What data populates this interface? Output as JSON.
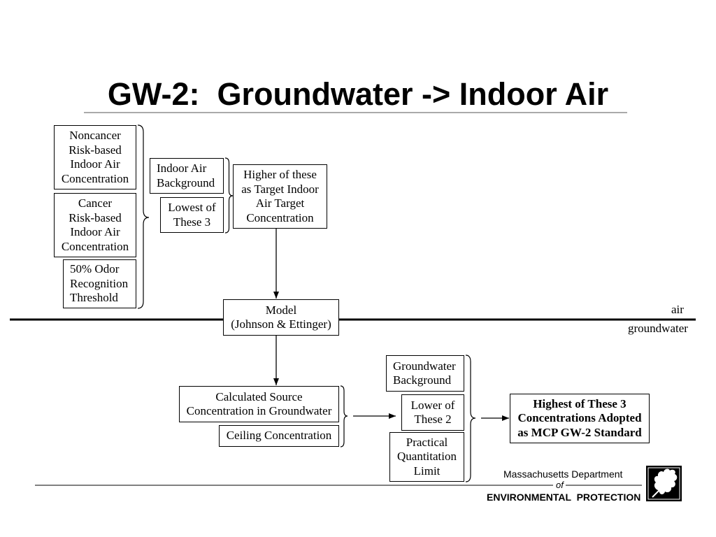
{
  "title": "GW-2:  Groundwater -> Indoor Air",
  "indoor_air": {
    "noncancer_box": [
      "Noncancer",
      "Risk-based",
      "Indoor Air",
      "Concentration"
    ],
    "cancer_box": [
      "Cancer",
      "Risk-based",
      "Indoor Air",
      "Concentration"
    ],
    "odor_box": [
      "50% Odor",
      "Recognition",
      "Threshold"
    ],
    "background_box": [
      "Indoor Air",
      "Background"
    ],
    "lowest_box": [
      "Lowest of",
      "These 3"
    ],
    "target_box": [
      "Higher of these",
      "as Target Indoor",
      "Air Target",
      "Concentration"
    ]
  },
  "model_box": [
    "Model",
    "(Johnson & Ettinger)"
  ],
  "boundary": {
    "upper_label": "air",
    "lower_label": "groundwater"
  },
  "groundwater": {
    "source_box": [
      "Calculated Source",
      "Concentration in Groundwater"
    ],
    "ceiling_box": [
      "Ceiling Concentration"
    ],
    "gw_background_box": [
      "Groundwater",
      "Background"
    ],
    "lower_box": [
      "Lower of",
      "These 2"
    ],
    "pql_box": [
      "Practical",
      "Quantitation",
      "Limit"
    ],
    "standard_box": [
      "Highest of These 3",
      "Concentrations Adopted",
      "as MCP GW-2 Standard"
    ]
  },
  "footer": {
    "department": "Massachusetts Department",
    "of": "of",
    "agency": "ENVIRONMENTAL  PROTECTION",
    "logo_icon": "oak-leaf-icon"
  },
  "colors": {
    "text": "#000000",
    "background": "#ffffff",
    "logo_background": "#000000"
  }
}
